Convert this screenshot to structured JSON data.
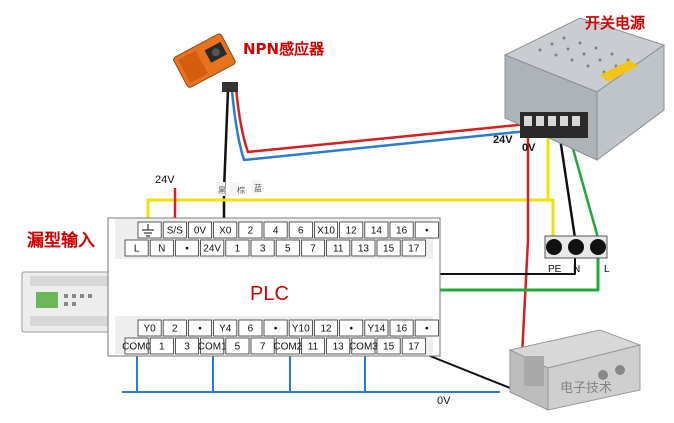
{
  "labels": {
    "sensor": "NPN感应器",
    "power_supply": "开关电源",
    "leakage_input": "漏型输入",
    "plc": "PLC",
    "v24_top": "24V",
    "v24_psu": "24V",
    "v0_psu": "0V",
    "v0_bottom": "0V",
    "pe": "PE",
    "n": "N",
    "l": "L",
    "wire_brown": "棕",
    "wire_black": "黑",
    "wire_blue": "蓝",
    "watermark": "电子技术"
  },
  "plc": {
    "input_top_row": [
      "",
      "S/S",
      "0V",
      "X0",
      "2",
      "4",
      "6",
      "X10",
      "12",
      "14",
      "16",
      "•"
    ],
    "input_bottom_row": [
      "L",
      "N",
      "•",
      "24V",
      "1",
      "3",
      "5",
      "7",
      "11",
      "13",
      "15",
      "17"
    ],
    "output_top_row": [
      "Y0",
      "2",
      "•",
      "Y4",
      "6",
      "•",
      "Y10",
      "12",
      "•",
      "Y14",
      "16",
      "•"
    ],
    "output_bottom_row": [
      "COM0",
      "1",
      "3",
      "COM1",
      "5",
      "7",
      "COM2",
      "11",
      "13",
      "COM3",
      "15",
      "17"
    ]
  },
  "colors": {
    "wire_red": "#d42020",
    "wire_blue": "#2b7bd0",
    "wire_green": "#20a83a",
    "wire_yellow": "#f2e200",
    "wire_black": "#111111",
    "label_red": "#d40000"
  }
}
